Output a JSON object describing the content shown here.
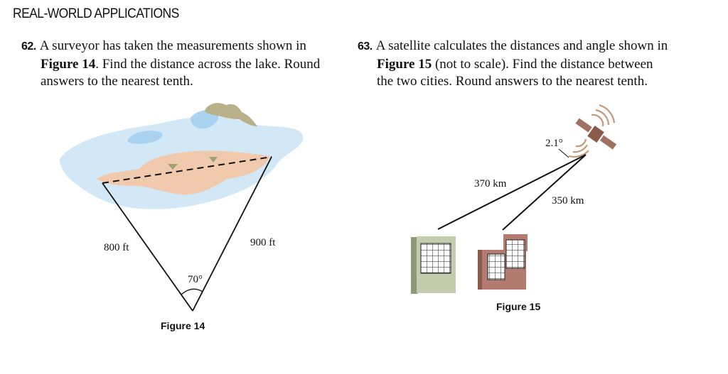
{
  "section_heading": "REAL-WORLD APPLICATIONS",
  "problems": [
    {
      "number": "62.",
      "line1_a": "A surveyor has taken the measurements shown in",
      "line2_bold": "Figure 14",
      "line2_b": ". Find the distance across the lake. Round",
      "line3": "answers to the nearest tenth."
    },
    {
      "number": "63.",
      "line1_a": "A satellite calculates the distances and angle shown in",
      "line2_bold": "Figure 15",
      "line2_b": " (not to scale). Find the distance between",
      "line3": "the two cities. Round answers to the nearest tenth."
    }
  ],
  "figure14": {
    "left_side": "800 ft",
    "right_side": "900 ft",
    "angle": "70°",
    "caption": "Figure 14"
  },
  "figure15": {
    "angle": "2.1°",
    "left_distance": "370 km",
    "right_distance": "350 km",
    "caption": "Figure 15"
  },
  "colors": {
    "lake": "#d2e8f6",
    "lake_dark": "#a9d3f0",
    "land": "#f1c9ac",
    "grass": "#b9b18a",
    "building_left": "#c3ccad",
    "building_right": "#b37a6f",
    "satellite_panel": "#a07060",
    "signal": "#c8977a"
  }
}
